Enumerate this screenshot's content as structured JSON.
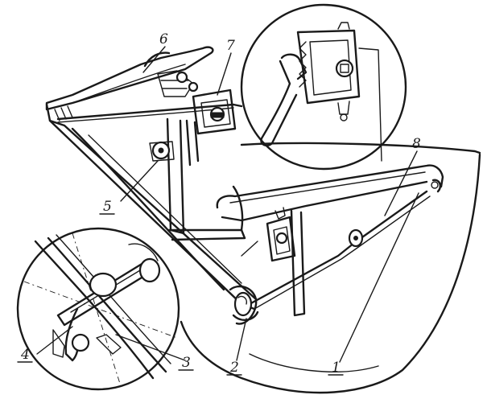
{
  "callouts": [
    {
      "id": "1",
      "text": "1"
    },
    {
      "id": "2",
      "text": "2"
    },
    {
      "id": "3",
      "text": "3"
    },
    {
      "id": "4",
      "text": "4"
    },
    {
      "id": "5",
      "text": "5"
    },
    {
      "id": "6",
      "text": "6"
    },
    {
      "id": "7",
      "text": "7"
    },
    {
      "id": "8",
      "text": "8"
    }
  ],
  "colors": {
    "ink": "#1a1a1a",
    "paper": "#ffffff"
  }
}
